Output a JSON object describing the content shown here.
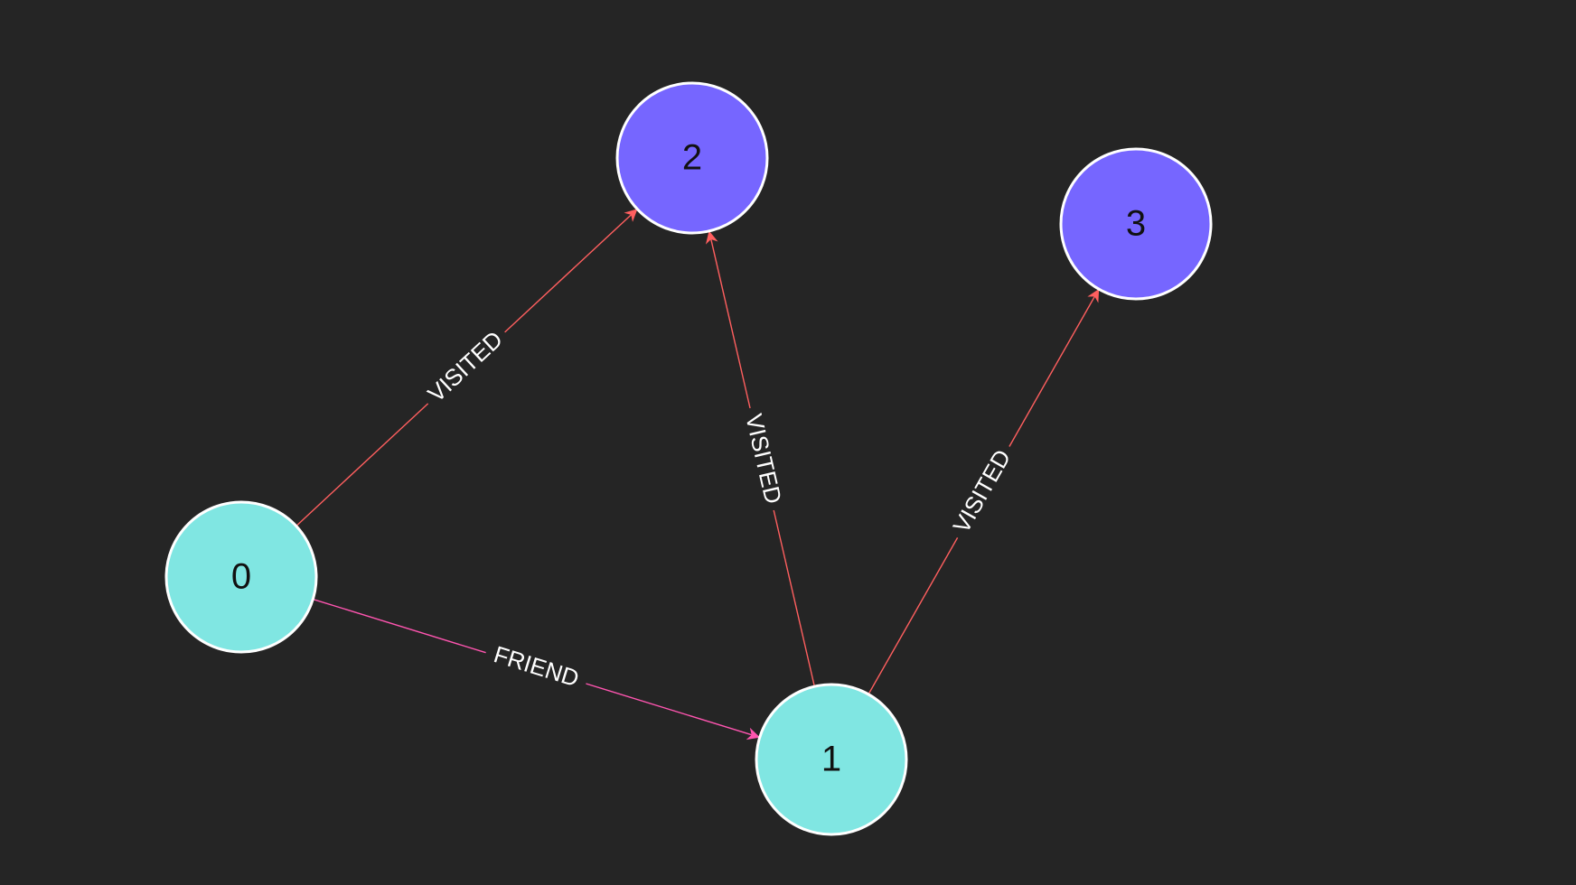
{
  "graph": {
    "nodes": [
      {
        "id": "0",
        "label": "0",
        "type": "person"
      },
      {
        "id": "1",
        "label": "1",
        "type": "person"
      },
      {
        "id": "2",
        "label": "2",
        "type": "place"
      },
      {
        "id": "3",
        "label": "3",
        "type": "place"
      }
    ],
    "edges": [
      {
        "source": "0",
        "target": "2",
        "label": "VISITED"
      },
      {
        "source": "1",
        "target": "2",
        "label": "VISITED"
      },
      {
        "source": "1",
        "target": "3",
        "label": "VISITED"
      },
      {
        "source": "0",
        "target": "1",
        "label": "FRIEND"
      }
    ]
  },
  "colors": {
    "background": "#252525",
    "person_node": "#80E6E2",
    "place_node": "#7666FF",
    "node_stroke": "#FFFFFF",
    "visited_edge": "#FF5F5F",
    "friend_edge": "#FF55B0",
    "edge_label": "#FFFFFF",
    "node_label": "#111111"
  }
}
